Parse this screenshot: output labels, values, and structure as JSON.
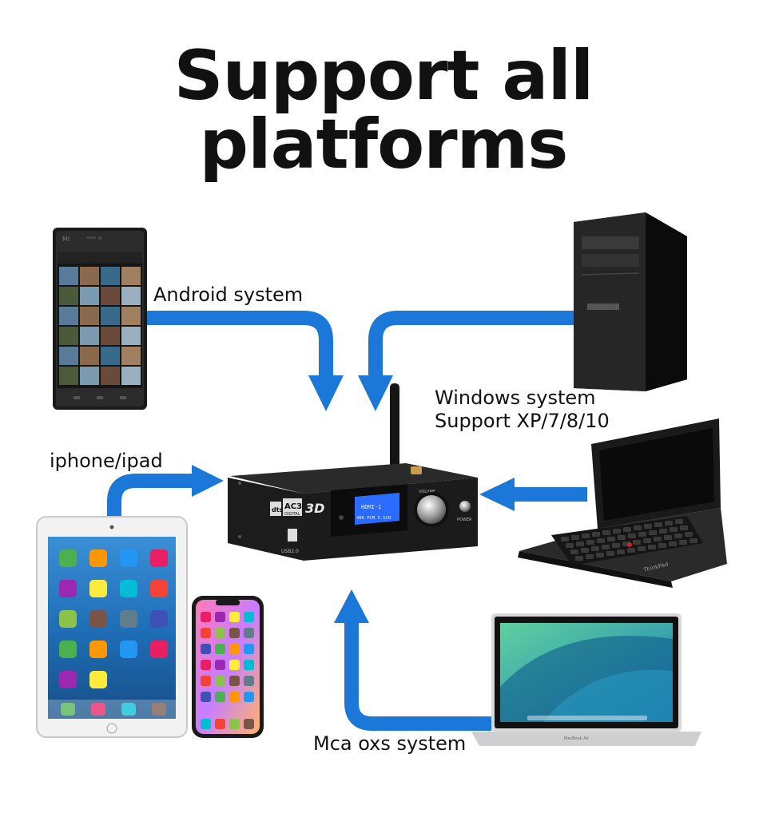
{
  "title": "Support all platforms",
  "labels": {
    "android": "Android system",
    "windows_line1": "Windows system",
    "windows_line2": "Support XP/7/8/10",
    "iphone": "iphone/ipad",
    "mac": "Mca oxs system"
  },
  "device": {
    "usb_label": "USB2.0",
    "volume_label": "VOLUME",
    "power_label": "POWER",
    "lcd_line1": "HDMI-1",
    "lcd_line2": "48K PCM   5.1CH",
    "badge_ac3": "AC3",
    "badge_digital": "DIGITAL",
    "badge_3d": "3D",
    "badge_dts": "dts"
  },
  "phone_brand": "MI",
  "laptop_brand": "ThinkPad",
  "mac_brand": "MacBook Air",
  "colors": {
    "arrow": "#1b78d8",
    "device_body": "#1b1b1b",
    "lcd": "#2a6cff"
  }
}
